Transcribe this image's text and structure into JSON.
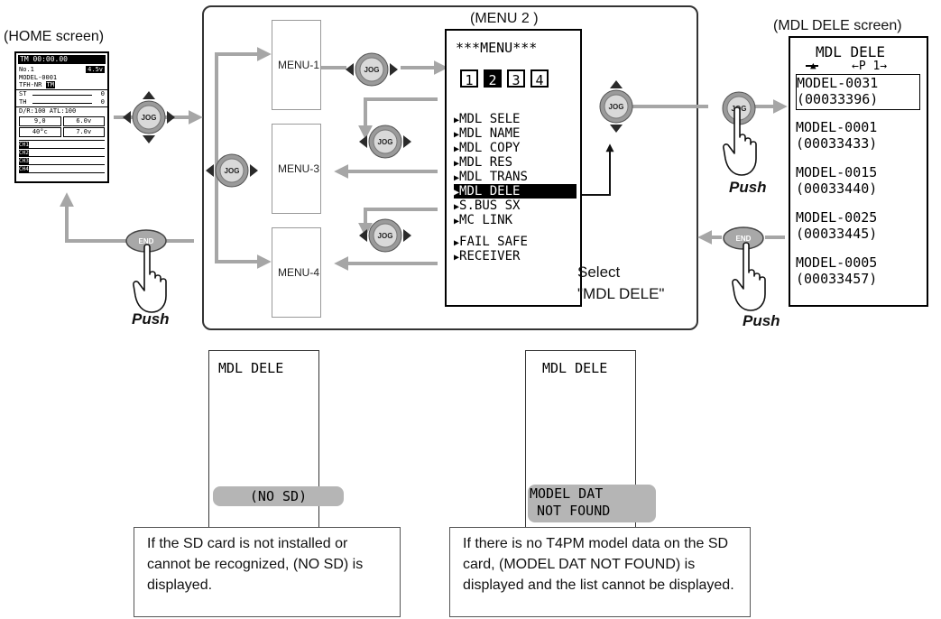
{
  "labels": {
    "home": "(HOME screen)",
    "menu2": "(MENU 2 )",
    "mdl_dele_screen": "(MDL DELE screen)",
    "push": "Push",
    "jog": "JOG",
    "end": "END",
    "select_line1": "Select",
    "select_line2": "\"MDL DELE\""
  },
  "home_screen": {
    "timer": "TM 00:00.00",
    "no": "No.1",
    "volt": "4.5v",
    "model": "MODEL-0001",
    "mode": "TFH-NR",
    "mode_tag": "TM",
    "st": "ST",
    "th": "TH",
    "st_val": "0",
    "th_val": "0",
    "dr": "D/R:100 ATL:100",
    "r1a": "9,0",
    "r1b": "6.0v",
    "r2a": "40°c",
    "r2b": "7.0v",
    "ch": [
      "CH1",
      "CH2",
      "CH3",
      "CH4"
    ]
  },
  "menus": {
    "menu1": "MENU-1",
    "menu3": "MENU-3",
    "menu4": "MENU-4"
  },
  "menu2_screen": {
    "header": "***MENU***",
    "pages": [
      "1",
      "2",
      "3",
      "4"
    ],
    "active_page": "2",
    "items": [
      "MDL SELE",
      "MDL NAME",
      "MDL COPY",
      "MDL RES",
      "MDL TRANS",
      "MDL DELE",
      "S.BUS SX",
      "MC LINK",
      "FAIL SAFE",
      "RECEIVER"
    ],
    "selected_item": "MDL DELE"
  },
  "dele_screen": {
    "title": "MDL DELE",
    "page_indicator": "←P 1→",
    "models": [
      {
        "name": "MODEL-0031",
        "code": "(00033396)"
      },
      {
        "name": "MODEL-0001",
        "code": "(00033433)"
      },
      {
        "name": "MODEL-0015",
        "code": "(00033440)"
      },
      {
        "name": "MODEL-0025",
        "code": "(00033445)"
      },
      {
        "name": "MODEL-0005",
        "code": "(00033457)"
      }
    ]
  },
  "no_sd_screen": {
    "title": "MDL DELE",
    "message": "(NO SD)",
    "callout": "If the SD card is not installed or cannot be recognized, (NO SD) is displayed."
  },
  "no_data_screen": {
    "title": "MDL DELE",
    "message_line1": "MODEL DAT",
    "message_line2": "NOT FOUND",
    "callout": "If there is no T4PM model data on the SD card, (MODEL DAT NOT FOUND) is displayed and the list cannot be displayed."
  },
  "colors": {
    "arrow": "#a6a6a6",
    "jog_dark": "#2a2a2a",
    "highlight": "#000000",
    "msg_bar": "#b5b5b5"
  }
}
